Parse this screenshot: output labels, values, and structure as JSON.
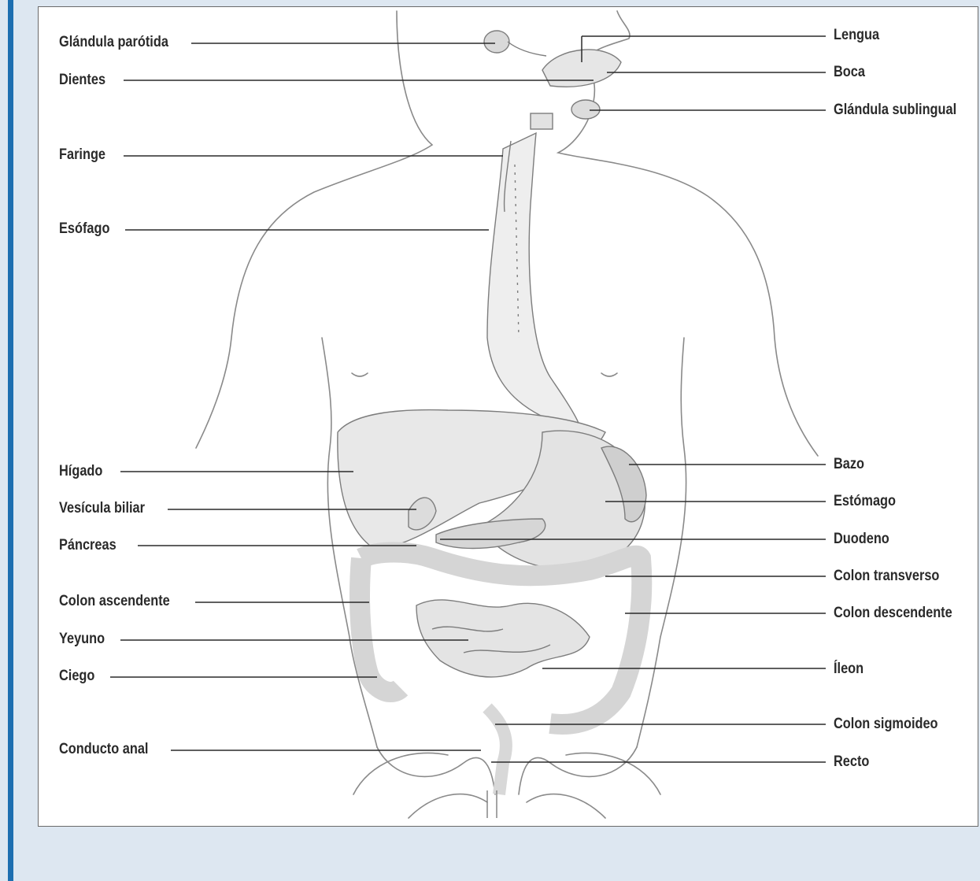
{
  "diagram": {
    "labels_left": [
      {
        "id": "parotida",
        "text": "Glándula parótida"
      },
      {
        "id": "dientes",
        "text": "Dientes"
      },
      {
        "id": "faringe",
        "text": "Faringe"
      },
      {
        "id": "esofago",
        "text": "Esófago"
      },
      {
        "id": "higado",
        "text": "Hígado"
      },
      {
        "id": "vesicula",
        "text": "Vesícula biliar"
      },
      {
        "id": "pancreas",
        "text": "Páncreas"
      },
      {
        "id": "colon_ascendente",
        "text": "Colon ascendente"
      },
      {
        "id": "yeyuno",
        "text": "Yeyuno"
      },
      {
        "id": "ciego",
        "text": "Ciego"
      },
      {
        "id": "conducto_anal",
        "text": "Conducto anal"
      }
    ],
    "labels_right": [
      {
        "id": "lengua",
        "text": "Lengua"
      },
      {
        "id": "boca",
        "text": "Boca"
      },
      {
        "id": "sublingual",
        "text": "Glándula sublingual"
      },
      {
        "id": "bazo",
        "text": "Bazo"
      },
      {
        "id": "estomago",
        "text": "Estómago"
      },
      {
        "id": "duodeno",
        "text": "Duodeno"
      },
      {
        "id": "colon_transverso",
        "text": "Colon transverso"
      },
      {
        "id": "colon_descendente",
        "text": "Colon descendente"
      },
      {
        "id": "ileon",
        "text": "Íleon"
      },
      {
        "id": "colon_sigmoideo",
        "text": "Colon sigmoideo"
      },
      {
        "id": "recto",
        "text": "Recto"
      }
    ]
  },
  "colors": {
    "page_background": "#dde7f1",
    "accent_rule": "#1d6fb0",
    "panel_background": "#ffffff",
    "line_color": "#2a2a2a"
  }
}
